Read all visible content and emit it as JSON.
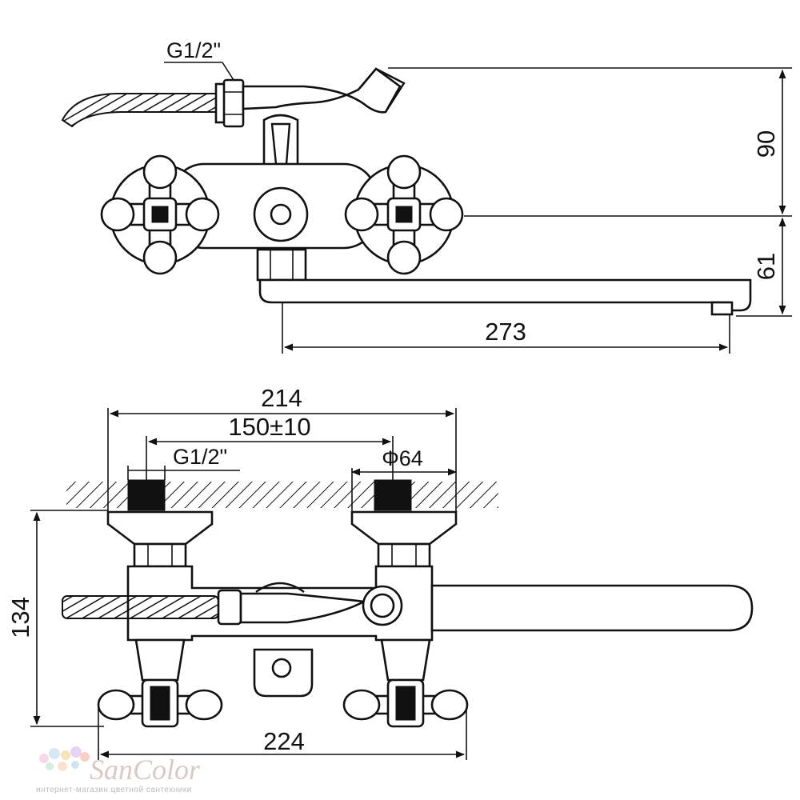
{
  "dimensions": {
    "top_inlet_thread": "G1/2\"",
    "top_height": "90",
    "spout_height": "61",
    "spout_length": "273",
    "overall_width": "214",
    "center_distance": "150±10",
    "bottom_inlet_thread": "G1/2\"",
    "flange_diameter": "Φ64",
    "body_height": "134",
    "handles_width": "224"
  },
  "logo": {
    "name": "SanColor",
    "tagline": "интернет-магазин цветной сантехники"
  }
}
